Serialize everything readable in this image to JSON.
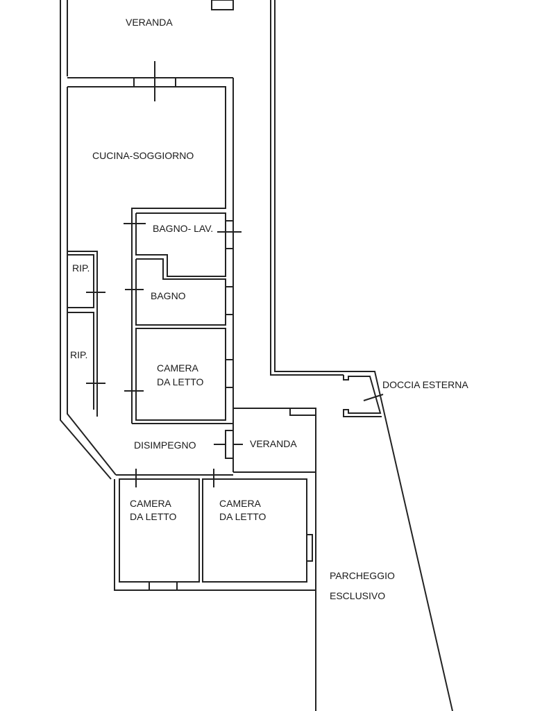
{
  "rooms": {
    "veranda_top": "VERANDA",
    "cucina": "CUCINA-SOGGIORNO",
    "bagno_lav": "BAGNO- LAV.",
    "rip_1": "RIP.",
    "rip_2": "RIP.",
    "bagno": "BAGNO",
    "camera_1_l1": "CAMERA",
    "camera_1_l2": "DA LETTO",
    "disimpegno": "DISIMPEGNO",
    "veranda_2": "VERANDA",
    "camera_2_l1": "CAMERA",
    "camera_2_l2": "DA LETTO",
    "camera_3_l1": "CAMERA",
    "camera_3_l2": "DA LETTO",
    "doccia": "DOCCIA ESTERNA",
    "parcheggio_l1": "PARCHEGGIO",
    "parcheggio_l2": "ESCLUSIVO"
  },
  "colors": {
    "line": "#222222",
    "background": "#ffffff"
  }
}
